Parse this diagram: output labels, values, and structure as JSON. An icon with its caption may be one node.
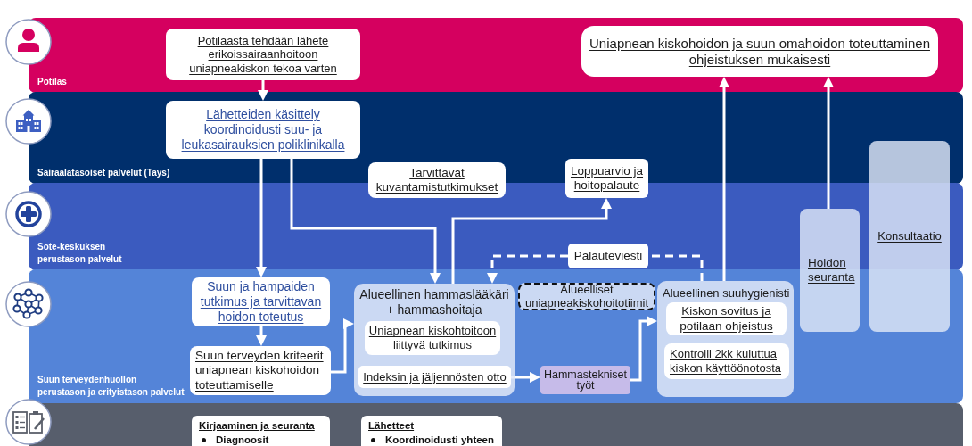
{
  "diagram": {
    "nodes": [
      {
        "text": [
          "Potilas"
        ]
      },
      {
        "text": [
          "Potilaasta tehdään lähete erikoissairaanhoitoon uniapneakiskon tekoa varten"
        ],
        "in": 0
      },
      {
        "text": [
          "Uniapnean kiskohoidon ja suun omahoidon toteuttaminen ohjeistuksen mukaisesti"
        ],
        "in": 0
      },
      {
        "text": [
          "Sairaalatasoiset palvelut (Tays)"
        ]
      },
      {
        "text": [
          "Lähetteiden käsittely koordinoidusti suu- ja leukasairauksien poliklinikalla"
        ],
        "in": 3
      },
      {
        "text": [
          "Sote-keskuksen perustason palvelut"
        ]
      },
      {
        "text": [
          "Tarvittavat kuvantamistutkimukset"
        ]
      },
      {
        "text": [
          "Loppuarvio ja hoitopalaute"
        ]
      },
      {
        "text": [
          "Palauteviesti"
        ],
        "in": 5
      },
      {
        "text": [
          "Suun terveydenhuollon perustason ja erityistason palvelut"
        ]
      },
      {
        "text": [
          "Suun ja hampaiden tutkimus ja tarvittavan hoidon toteutus"
        ],
        "in": 9
      },
      {
        "text": [
          "Suun terveyden kriteerit uniapnean kiskohoidon toteuttamiselle"
        ],
        "in": 9
      },
      {
        "text": [
          "Alueellinen hammaslääkäri + hammashoitaja"
        ],
        "in": 9
      },
      {
        "text": [
          "Uniapnean kiskohtoitoon liittyvä tutkimus"
        ],
        "in": 12
      },
      {
        "text": [
          "Indeksin ja jäljennösten otto"
        ],
        "in": 12
      },
      {
        "text": [
          "Alueelliset uniapneakiskohoitotiimit"
        ],
        "in": 9
      },
      {
        "text": [
          "Hammastekniset työt"
        ],
        "in": 9
      },
      {
        "text": [
          "Alueellinen suuhygienisti"
        ],
        "in": 9
      },
      {
        "text": [
          "Kiskon sovitus ja potilaan ohjeistus"
        ],
        "in": 17
      },
      {
        "text": [
          "Kontrolli 2kk kuluttua kiskon käyttöönotosta"
        ],
        "in": 17
      },
      {
        "text": [
          "Hoidon seuranta"
        ]
      },
      {
        "text": [
          "Konsultaatio"
        ]
      },
      {
        "text": [],
        "shape": "band"
      },
      {
        "text": [
          "Kirjaaminen ja seuranta",
          "Diagnoosit"
        ],
        "in": 22
      },
      {
        "text": [
          "Lähetteet",
          "Koordinoidusti yhteen"
        ],
        "in": 22
      }
    ],
    "edges": [
      {
        "from": 1,
        "to": 4,
        "arrow": "to"
      },
      {
        "from": 4,
        "to": 10,
        "arrow": "to"
      },
      {
        "from": 4,
        "to": 12,
        "arrow": "to"
      },
      {
        "from": 10,
        "to": 11,
        "arrow": "to"
      },
      {
        "from": 11,
        "to": 12,
        "arrow": "to"
      },
      {
        "from": 12,
        "to": 7,
        "arrow": "to"
      },
      {
        "from": 14,
        "to": 16,
        "arrow": "to"
      },
      {
        "from": 16,
        "to": 17,
        "arrow": "to"
      },
      {
        "from": 17,
        "to": 8,
        "arrow": "none",
        "style": "dashed"
      },
      {
        "from": 8,
        "to": 12,
        "arrow": "to",
        "style": "dashed"
      },
      {
        "from": 17,
        "to": 2,
        "arrow": "to"
      },
      {
        "from": 20,
        "to": 2,
        "arrow": "to"
      }
    ]
  }
}
